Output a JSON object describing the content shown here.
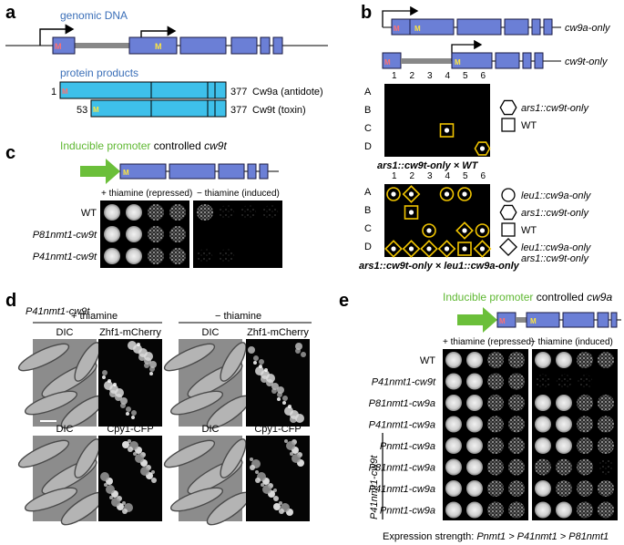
{
  "panel_a": {
    "label": "a",
    "genomic_label": "genomic DNA",
    "protein_label": "protein products",
    "cw9a": {
      "start": "1",
      "end": "377",
      "name": "Cw9a (antidote)"
    },
    "cw9t": {
      "start": "53",
      "end": "377",
      "name": "Cw9t (toxin)"
    },
    "m_label": "M"
  },
  "panel_b": {
    "label": "b",
    "construct_a": "cw9a-only",
    "construct_t": "cw9t-only",
    "columns": [
      "1",
      "2",
      "3",
      "4",
      "5",
      "6"
    ],
    "rows": [
      "A",
      "B",
      "C",
      "D"
    ],
    "cross1": "ars1::cw9t-only × WT",
    "cross2": "ars1::cw9t-only × leu1::cw9a-only",
    "legend1": [
      {
        "shape": "hexagon",
        "text": "ars1::cw9t-only"
      },
      {
        "shape": "square",
        "text": "WT"
      }
    ],
    "legend2": [
      {
        "shape": "circle",
        "text": "leu1::cw9a-only"
      },
      {
        "shape": "hexagon",
        "text": "ars1::cw9t-only"
      },
      {
        "shape": "square",
        "text": "WT"
      },
      {
        "shape": "diamond",
        "text": "leu1::cw9a-only",
        "text2": "ars1::cw9t-only"
      }
    ]
  },
  "panel_c": {
    "label": "c",
    "promoter_text": "Inducible promoter",
    "controlled_text": "controlled",
    "gene": "cw9t",
    "plus_header": "+ thiamine (repressed)",
    "minus_header": "− thiamine (induced)",
    "rows": [
      "WT",
      "P81nmt1-cw9t",
      "P41nmt1-cw9t"
    ]
  },
  "panel_d": {
    "label": "d",
    "strain": "P41nmt1-cw9t",
    "plus": "+ thiamine",
    "minus": "− thiamine",
    "row1": [
      "DIC",
      "Zhf1-mCherry",
      "DIC",
      "Zhf1-mCherry"
    ],
    "row2": [
      "DIC",
      "Cpy1-CFP",
      "DIC",
      "Cpy1-CFP"
    ]
  },
  "panel_e": {
    "label": "e",
    "promoter_text": "Inducible promoter",
    "controlled_text": "controlled",
    "gene": "cw9a",
    "plus_header": "+ thiamine (repressed)",
    "minus_header": "− thiamine (induced)",
    "rows": [
      "WT",
      "P41nmt1-cw9t",
      "P81nmt1-cw9a",
      "P41nmt1-cw9a",
      "Pnmt1-cw9a",
      "P81nmt1-cw9a",
      "P41nmt1-cw9a",
      "Pnmt1-cw9a"
    ],
    "group_label": "P41nmt1-cw9t",
    "expression": "Expression strength:",
    "expression_order": "Pnmt1 > P41nmt1 > P81nmt1"
  }
}
